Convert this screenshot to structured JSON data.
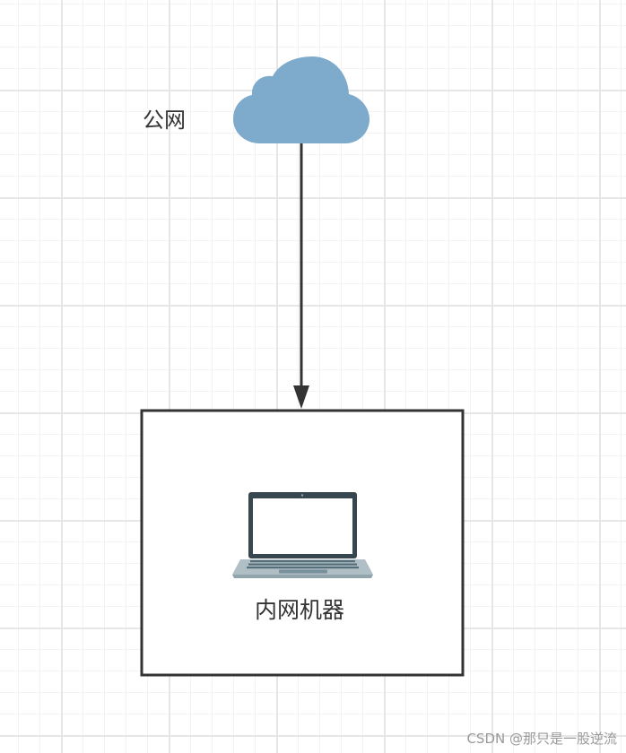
{
  "nodes": {
    "public_network": {
      "label": "公网",
      "icon": "cloud-icon",
      "color": "#7eaacb"
    },
    "internal_machine": {
      "label": "内网机器",
      "icon": "laptop-icon",
      "border_color": "#333333"
    }
  },
  "edges": [
    {
      "from": "public_network",
      "to": "internal_machine",
      "style": "arrow",
      "color": "#333333"
    }
  ],
  "watermark": "CSDN @那只是一股逆流"
}
